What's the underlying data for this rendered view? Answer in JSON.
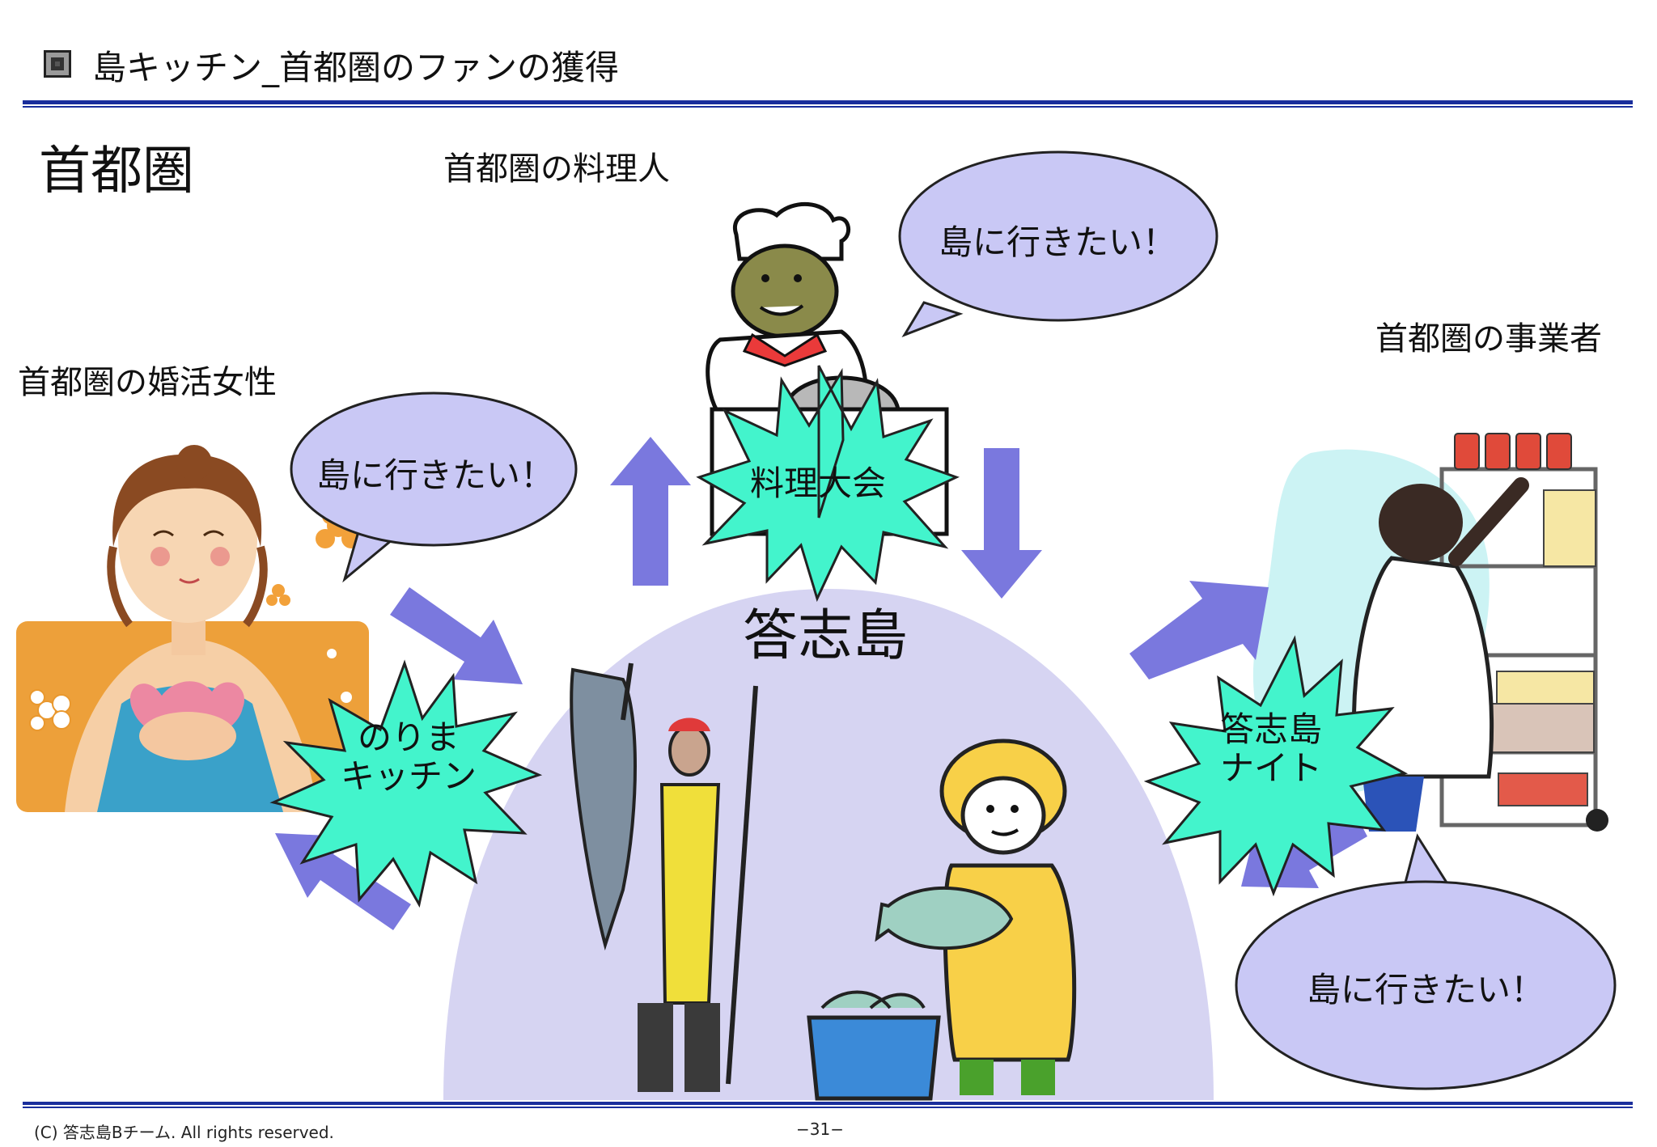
{
  "header": {
    "title": "島キッチン_首都圏のファンの獲得"
  },
  "slide": {
    "heading": "首都圏",
    "island_name": "答志島"
  },
  "actors": {
    "chef_label": "首都圏の料理人",
    "woman_label": "首都圏の婚活女性",
    "business_label": "首都圏の事業者"
  },
  "bubbles": {
    "chef": "島に行きたい！",
    "woman": "島に行きたい！",
    "business": "島に行きたい！"
  },
  "events": {
    "cooking_contest": "料理大会",
    "norima_kitchen": "のりま\nキッチン",
    "toshijima_night": "答志島\nナイト"
  },
  "footer": {
    "copyright": "(C) 答志島Bチーム. All rights reserved.",
    "page_number": "−31−"
  },
  "colors": {
    "rule_blue": "#1a2e9c",
    "island_lavender": "#d6d4f2",
    "bubble_fill": "#c9c8f5",
    "arrow_purple": "#7a78de",
    "burst_teal": "#43f4cc",
    "woman_panel_orange": "#eda03a"
  }
}
